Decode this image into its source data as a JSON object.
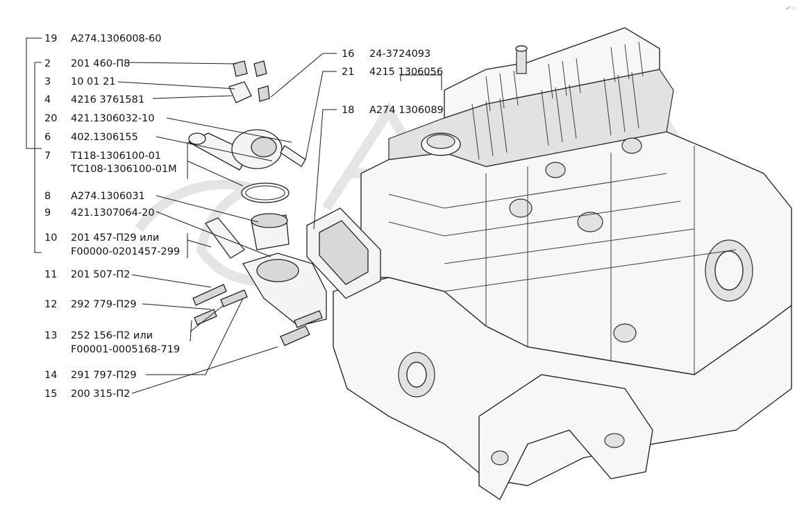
{
  "diagram": {
    "corner_mark": "«° ···",
    "callouts": [
      {
        "num": "19",
        "part": "А274.1306008-60"
      },
      {
        "num": "2",
        "part": "201 460-П8"
      },
      {
        "num": "3",
        "part": "10 01 21"
      },
      {
        "num": "4",
        "part": "4216 3761581"
      },
      {
        "num": "20",
        "part": "421.1306032-10"
      },
      {
        "num": "6",
        "part": "402.1306155"
      },
      {
        "num": "7",
        "part": "Т118-1306100-01",
        "part2": "ТС108-1306100-01М"
      },
      {
        "num": "8",
        "part": "А274.1306031"
      },
      {
        "num": "9",
        "part": "421.1307064-20"
      },
      {
        "num": "10",
        "part": "201 457-П29 или",
        "part2": "F00000-0201457-299"
      },
      {
        "num": "11",
        "part": "201 507-П2"
      },
      {
        "num": "12",
        "part": "292 779-П29"
      },
      {
        "num": "13",
        "part": "252 156-П2 или",
        "part2": "F00001-0005168-719"
      },
      {
        "num": "14",
        "part": "291 797-П29"
      },
      {
        "num": "15",
        "part": "200 315-П2"
      },
      {
        "num": "16",
        "part": "24-3724093"
      },
      {
        "num": "21",
        "part": "4215 1306056"
      },
      {
        "num": "18",
        "part": "А274 1306089"
      }
    ]
  }
}
